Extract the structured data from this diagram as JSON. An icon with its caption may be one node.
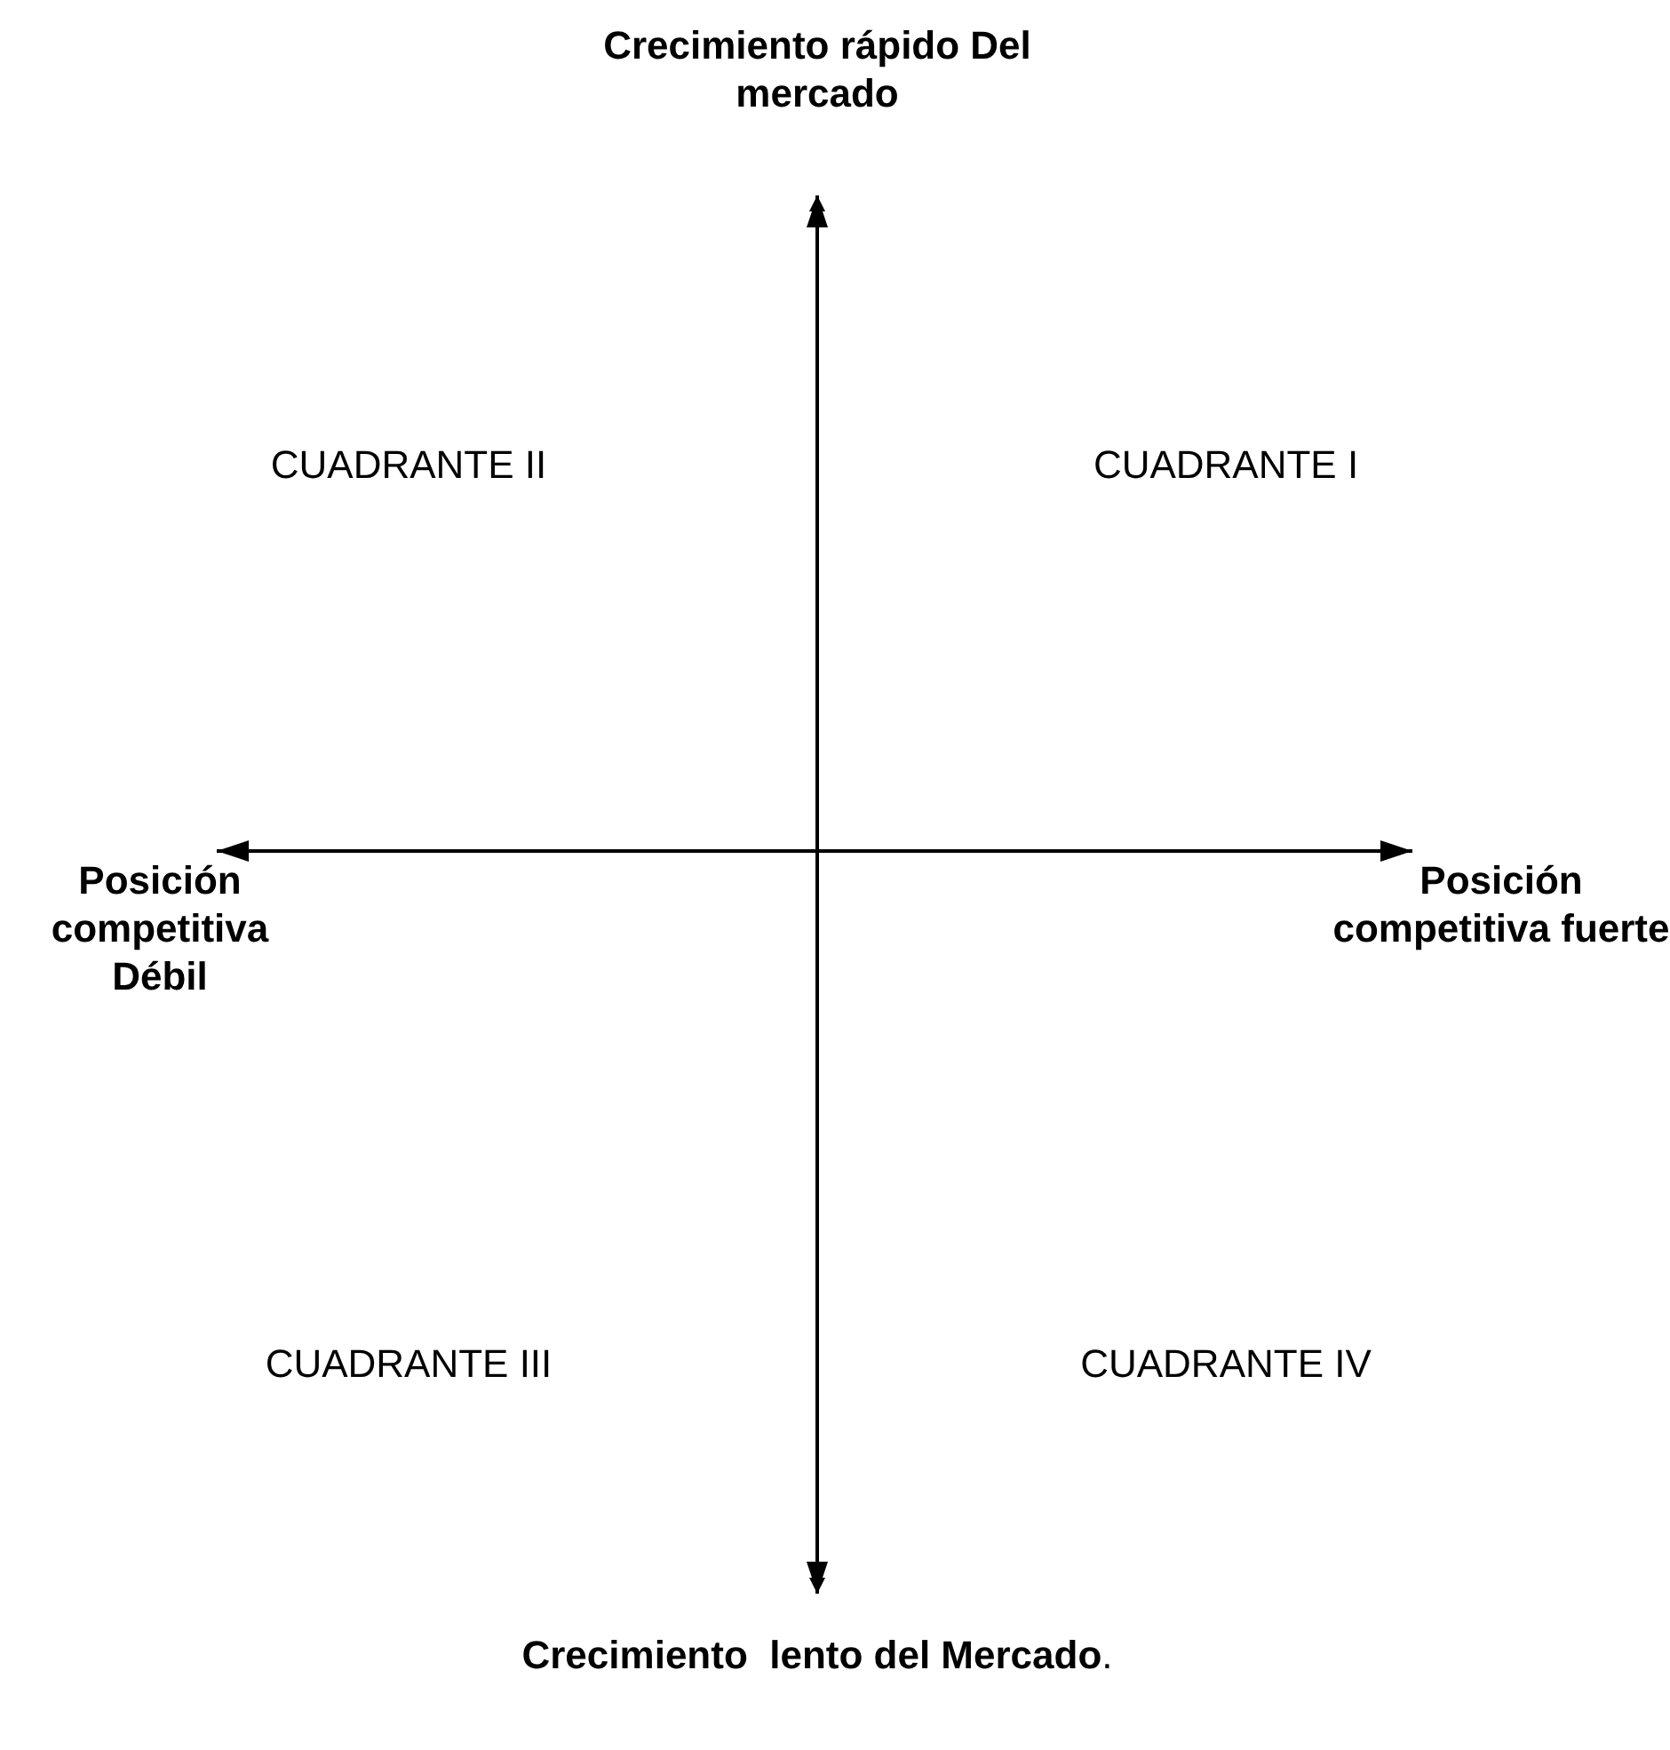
{
  "diagram": {
    "labels": [
      "Crecimiento rápido Del mercado",
      "CUADRANTE II",
      "CUADRANTE I",
      "Posición competitiva Débil",
      "Posición competitiva fuerte",
      "CUADRANTE III",
      "CUADRANTE IV",
      "**Crecimiento  lento del Mercado**."
    ]
  }
}
